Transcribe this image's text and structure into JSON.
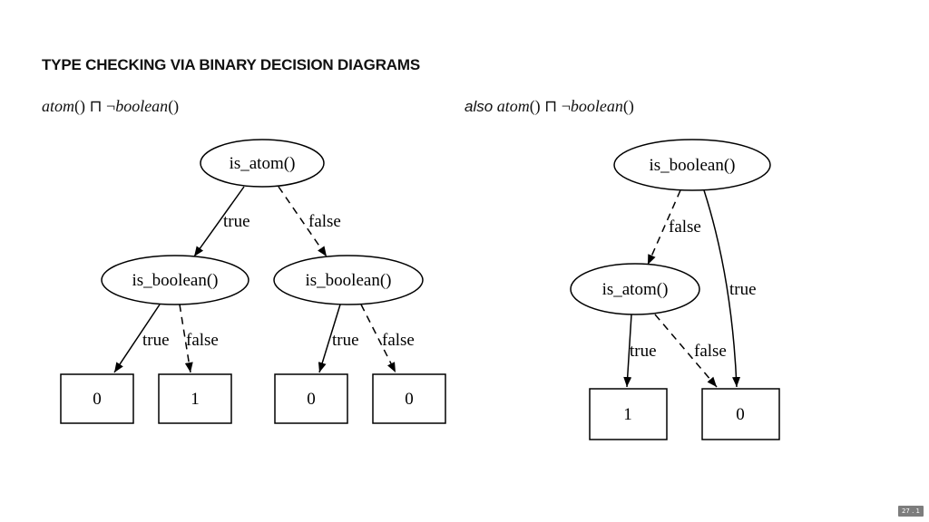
{
  "slide": {
    "title": "TYPE CHECKING VIA BINARY DECISION DIAGRAMS",
    "page_number": "27 . 1"
  },
  "left": {
    "formula": {
      "atom": "atom",
      "parens1": "() ⊓ ¬",
      "boolean": "boolean",
      "parens2": "()"
    },
    "nodes": {
      "root": "is_atom()",
      "left_child": "is_boolean()",
      "right_child": "is_boolean()",
      "leaf1": "0",
      "leaf2": "1",
      "leaf3": "0",
      "leaf4": "0"
    },
    "edges": {
      "root_true": "true",
      "root_false": "false",
      "left_true": "true",
      "left_false": "false",
      "right_true": "true",
      "right_false": "false"
    }
  },
  "right": {
    "formula": {
      "also": "also",
      "atom": "atom",
      "parens1": "() ⊓ ¬",
      "boolean": "boolean",
      "parens2": "()"
    },
    "nodes": {
      "root": "is_boolean()",
      "child": "is_atom()",
      "leaf1": "1",
      "leaf0": "0"
    },
    "edges": {
      "root_false": "false",
      "root_true": "true",
      "child_true": "true",
      "child_false": "false"
    }
  }
}
